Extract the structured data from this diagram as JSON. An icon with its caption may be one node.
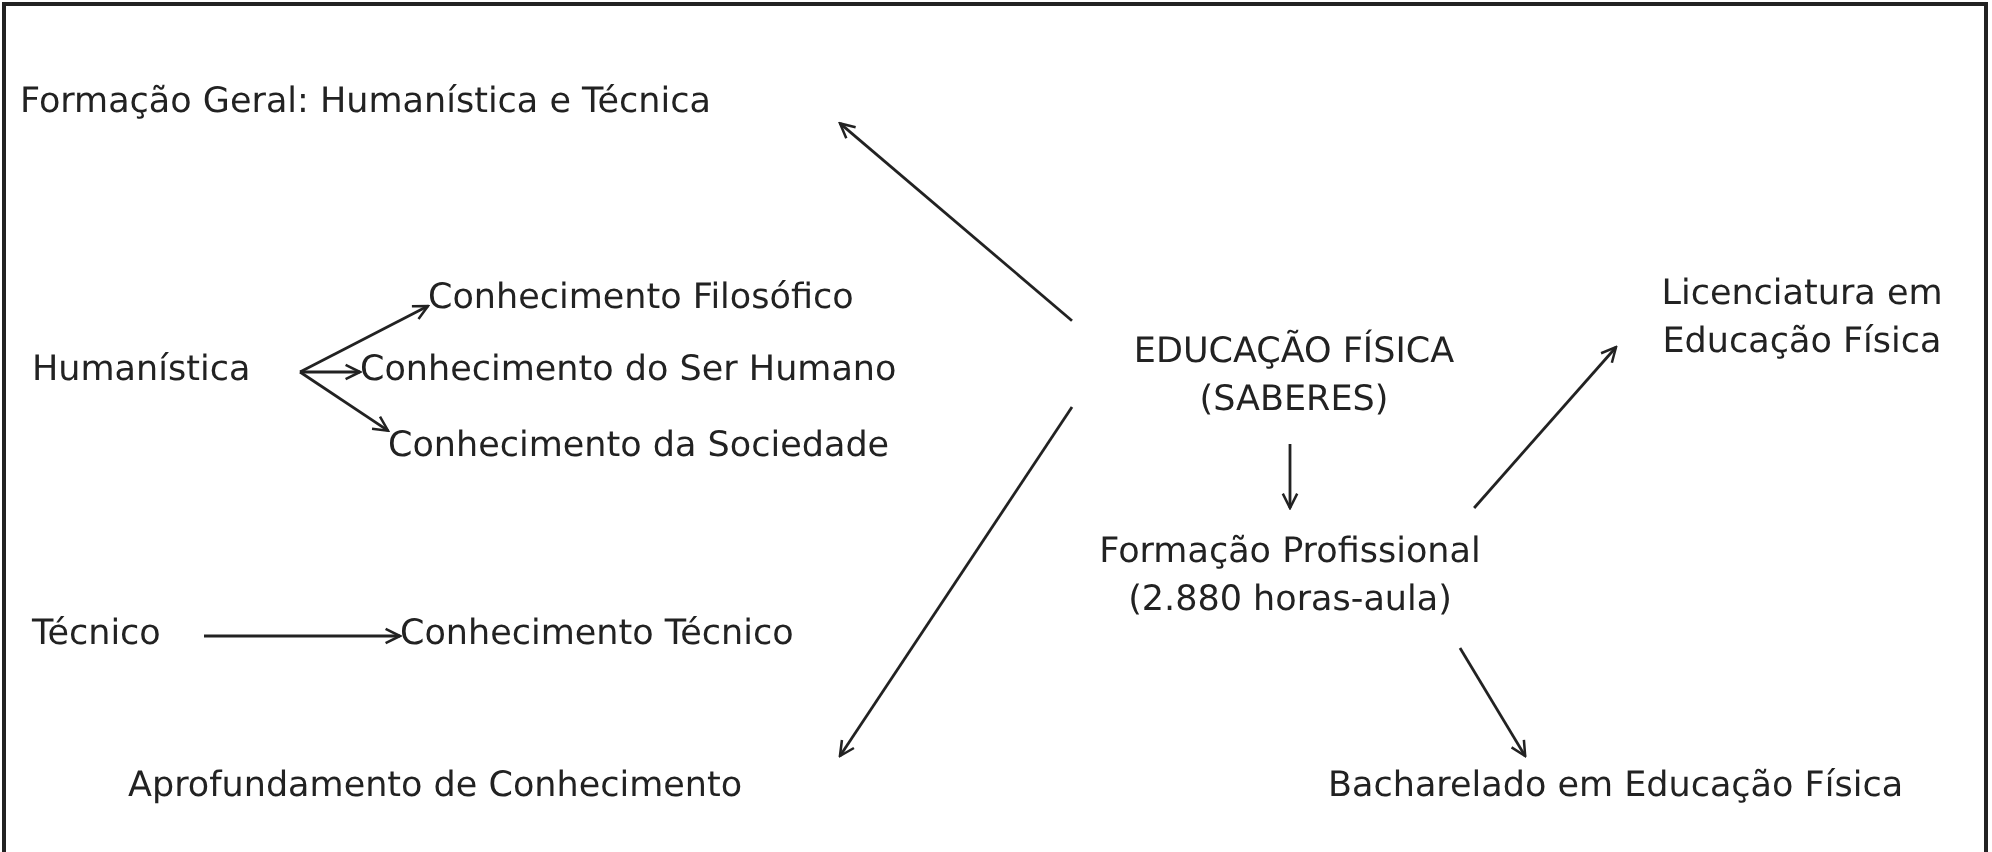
{
  "diagram": {
    "nodes": [
      {
        "text": [
          "Formação Geral: Humanística e Técnica"
        ]
      },
      {
        "text": [
          "Humanística"
        ]
      },
      {
        "text": [
          "Conhecimento Filosófico"
        ]
      },
      {
        "text": [
          "Conhecimento do Ser Humano"
        ]
      },
      {
        "text": [
          "Conhecimento da Sociedade"
        ]
      },
      {
        "text": [
          "Técnico"
        ]
      },
      {
        "text": [
          "Conhecimento Técnico"
        ]
      },
      {
        "text": [
          "Aprofundamento de Conhecimento"
        ]
      },
      {
        "text": [
          "EDUCAÇÃO FÍSICA (SABERES)"
        ]
      },
      {
        "text": [
          "Formação Profissional (2.880 horas-aula)"
        ]
      },
      {
        "text": [
          "Licenciatura em Educação Física"
        ]
      },
      {
        "text": [
          "Bacharelado em Educação Física"
        ]
      }
    ],
    "edges": [
      {
        "from": 8,
        "to": 0,
        "arrow": "to"
      },
      {
        "from": 1,
        "to": 2,
        "arrow": "to"
      },
      {
        "from": 1,
        "to": 3,
        "arrow": "to"
      },
      {
        "from": 1,
        "to": 4,
        "arrow": "to"
      },
      {
        "from": 5,
        "to": 6,
        "arrow": "to"
      },
      {
        "from": 8,
        "to": 7,
        "arrow": "to"
      },
      {
        "from": 8,
        "to": 9,
        "arrow": "to"
      },
      {
        "from": 9,
        "to": 10,
        "arrow": "to"
      },
      {
        "from": 9,
        "to": 11,
        "arrow": "to"
      }
    ]
  }
}
